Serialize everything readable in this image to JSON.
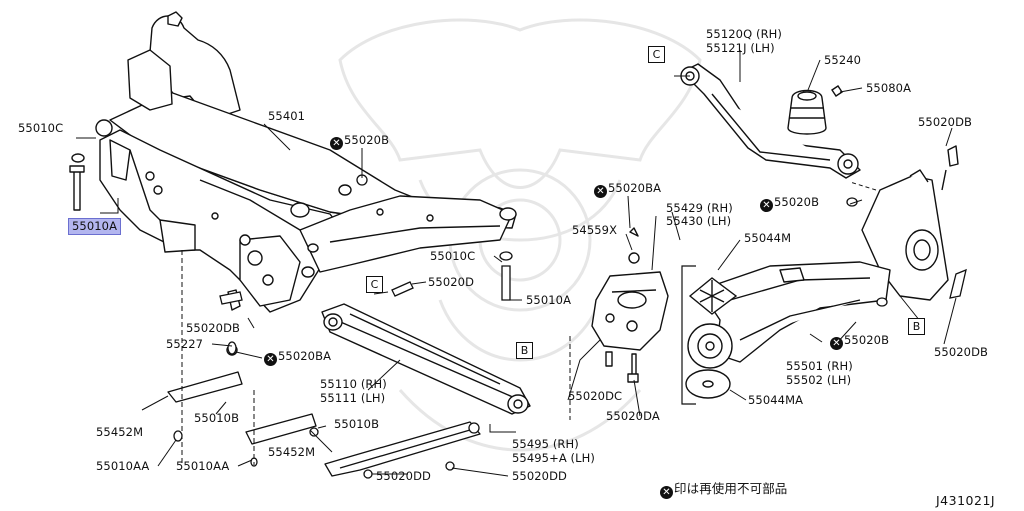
{
  "diagram": {
    "part_labels": [
      {
        "id": "55010C-left",
        "text": "55010C"
      },
      {
        "id": "55010A-highlight",
        "text": "55010A"
      },
      {
        "id": "55401",
        "text": "55401"
      },
      {
        "id": "55020B-top",
        "text": "55020B"
      },
      {
        "id": "55020BA-top",
        "text": "55020BA"
      },
      {
        "id": "55120Q",
        "text": "55120Q (RH)"
      },
      {
        "id": "55121J",
        "text": "55121J (LH)"
      },
      {
        "id": "55240",
        "text": "55240"
      },
      {
        "id": "55080A",
        "text": "55080A"
      },
      {
        "id": "55020DB-top",
        "text": "55020DB"
      },
      {
        "id": "55020B-mid",
        "text": "55020B"
      },
      {
        "id": "55429",
        "text": "55429 (RH)"
      },
      {
        "id": "55430",
        "text": "55430 (LH)"
      },
      {
        "id": "54559X",
        "text": "54559X"
      },
      {
        "id": "55044M",
        "text": "55044M"
      },
      {
        "id": "55010C-mid",
        "text": "55010C"
      },
      {
        "id": "55020D",
        "text": "55020D"
      },
      {
        "id": "55010A-mid",
        "text": "55010A"
      },
      {
        "id": "55020DB-left",
        "text": "55020DB"
      },
      {
        "id": "55227",
        "text": "55227"
      },
      {
        "id": "55020BA-mid",
        "text": "55020BA"
      },
      {
        "id": "55110",
        "text": "55110 (RH)"
      },
      {
        "id": "55111",
        "text": "55111 (LH)"
      },
      {
        "id": "55020DC",
        "text": "55020DC"
      },
      {
        "id": "55020DA",
        "text": "55020DA"
      },
      {
        "id": "55044MA",
        "text": "55044MA"
      },
      {
        "id": "55020B-right",
        "text": "55020B"
      },
      {
        "id": "55501",
        "text": "55501 (RH)"
      },
      {
        "id": "55502",
        "text": "55502 (LH)"
      },
      {
        "id": "55020DB-right",
        "text": "55020DB"
      },
      {
        "id": "55452M-left",
        "text": "55452M"
      },
      {
        "id": "55010B-left",
        "text": "55010B"
      },
      {
        "id": "55010B-mid",
        "text": "55010B"
      },
      {
        "id": "55452M-mid",
        "text": "55452M"
      },
      {
        "id": "55495",
        "text": "55495 (RH)"
      },
      {
        "id": "55495A",
        "text": "55495+A (LH)"
      },
      {
        "id": "55010AA-left",
        "text": "55010AA"
      },
      {
        "id": "55010AA-mid",
        "text": "55010AA"
      },
      {
        "id": "55020DD",
        "text": "55020DD"
      },
      {
        "id": "55020DD-2",
        "text": "55020DD"
      }
    ],
    "box_letters": {
      "c_top": "C",
      "c_mid": "C",
      "b_mid": "B",
      "b_right": "B"
    },
    "reusable_mark": "✕",
    "legend_text": "印は再使用不可部品",
    "reference_code": "J431021J",
    "colors": {
      "line": "#111111",
      "highlight_fill": "#b3b6ef",
      "watermark": "#e8e8e8"
    }
  }
}
